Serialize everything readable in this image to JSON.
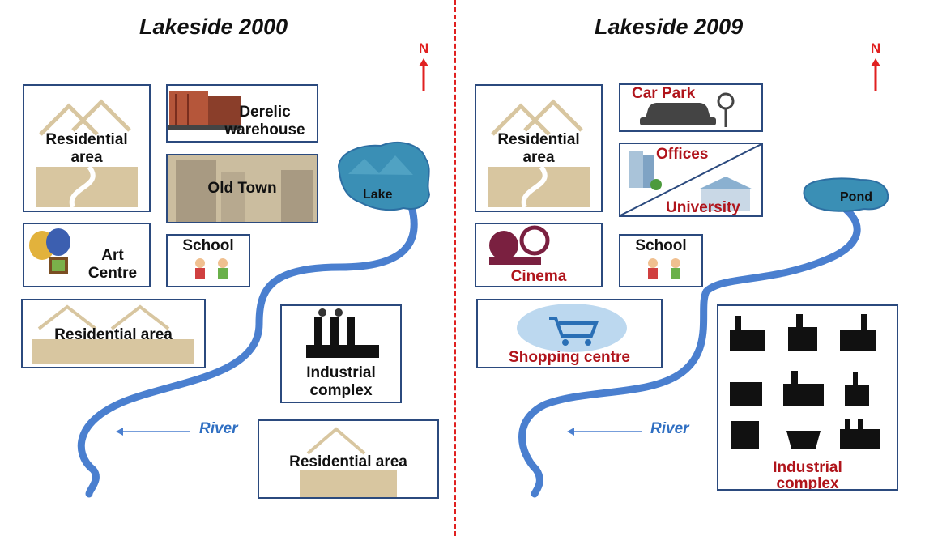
{
  "maps": [
    {
      "title": "Lakeside 2000",
      "north": "N",
      "river": "River",
      "water": "Lake",
      "labels": {
        "residential_a": "Residential\narea",
        "warehouse": "Derelic\nwarehouse",
        "old_town": "Old Town",
        "art_centre": "Art\nCentre",
        "school": "School",
        "residential_b": "Residential area",
        "industrial": "Industrial\ncomplex",
        "residential_c": "Residential area"
      }
    },
    {
      "title": "Lakeside 2009",
      "north": "N",
      "river": "River",
      "water": "Pond",
      "labels": {
        "residential_a": "Residential\narea",
        "car_park": "Car Park",
        "offices": "Offices",
        "university": "University",
        "cinema": "Cinema",
        "school": "School",
        "shopping": "Shopping centre",
        "industrial": "Industrial\ncomplex"
      }
    }
  ],
  "colors": {
    "river": "#4a7fcf",
    "lake": "#3a8fb5",
    "divider": "#e02020",
    "box_border": "#2b4a7e",
    "house_fill": "#d8c6a0",
    "red_label": "#b0141b"
  }
}
